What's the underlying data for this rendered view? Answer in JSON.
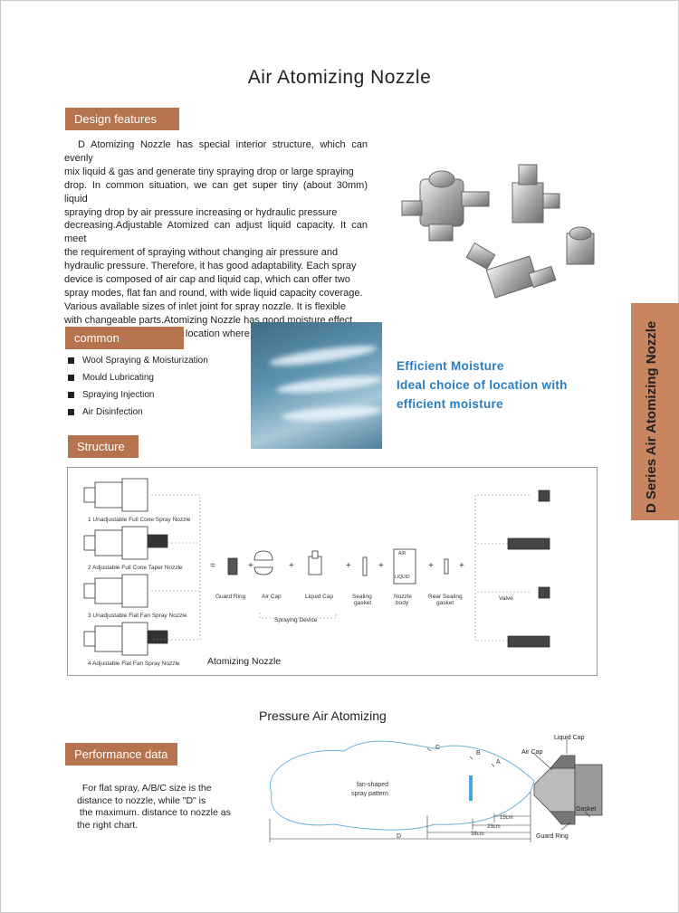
{
  "title": "Air Atomizing Nozzle",
  "design": {
    "heading": "Design features",
    "lines": [
      "D Atomizing Nozzle has special interior structure, which can evenly",
      "mix liquid & gas and generate tiny spraying drop or large spraying",
      "drop. In common situation, we can get super tiny (about 30mm) liquid",
      "spraying drop by air   pressure  increasing or hydraulic pressure",
      "decreasing.Adjustable Atomized can adjust liquid capacity. It can meet",
      "the requirement of spraying without changing air pressure  and",
      "hydraulic pressure. Therefore, it has good adaptability. Each spray",
      "device is composed of air cap and liquid cap, which can offer two",
      "spray modes, flat fan and round, with wide liquid capacity coverage.",
      "Various   available sizes of inlet joint for spray nozzle. It is flexible",
      "with changeable parts.Atomizing Nozzle has good moisture effect.",
      "It is the ideal choice for the location where requires moisture control."
    ]
  },
  "application": {
    "heading": "common application",
    "items": [
      "Wool Spraying & Moisturization",
      "Mould Lubricating",
      "Spraying Injection",
      "Air Disinfection"
    ]
  },
  "highlight": {
    "line1": "Efficient Moisture",
    "line2": "Ideal choice of location with",
    "line3": "efficient moisture"
  },
  "side_tab": "D Series Air Atomizing Nozzle",
  "structure": {
    "heading": "Structure",
    "nozzles": [
      "1 Unadjustable Full Cone Spray Nozzle",
      "2 Adjustable  Full Cone Taper Nozzle",
      "3 Unadjustable Flat Fan Spray Nozzle",
      "4 Adjustable Flat Fan Spray Nozzle"
    ],
    "parts": {
      "guard_ring": "Guard Ring",
      "air_cap": "Air Cap",
      "liquid_cap": "Liquid Cap",
      "sealing_gasket_1": "Sealing",
      "sealing_gasket_2": "gasket",
      "nozzle_body_1": "Nozzle",
      "nozzle_body_2": "body",
      "rear_gasket_1": "Rear Sealing",
      "rear_gasket_2": "gasket",
      "valve": "Valve",
      "spraying_device": "Spraying Device",
      "body_air": "AIR",
      "body_liquid": "LIQUID"
    },
    "footer": "Atomizing Nozzle",
    "equals": "=",
    "plus": "+"
  },
  "pressure": {
    "heading": "Pressure Air Atomizing"
  },
  "performance": {
    "heading": "Performance data",
    "lines": [
      "  For flat spray, A/B/C size is the",
      "distance to nozzle, while \"D\"  is",
      " the maximum. distance to nozzle as",
      "the right chart."
    ]
  },
  "spray_diagram": {
    "pattern_1": "fan-shaped",
    "pattern_2": "spray pattern",
    "label_a": "A",
    "label_b": "B",
    "label_c": "C",
    "label_d": "D",
    "dim_a": "15cm",
    "dim_b": "23cm",
    "dim_c": "38cm",
    "air_cap": "Air Cap",
    "liquid_cap": "Liquid Cap",
    "gasket": "Gasket",
    "guard_ring": "Guard Ring"
  },
  "colors": {
    "tag_bg": "#b5734e",
    "side_tab": "#c9855f",
    "highlight": "#2a7ec0",
    "spray_outline": "#6fb3d8"
  }
}
